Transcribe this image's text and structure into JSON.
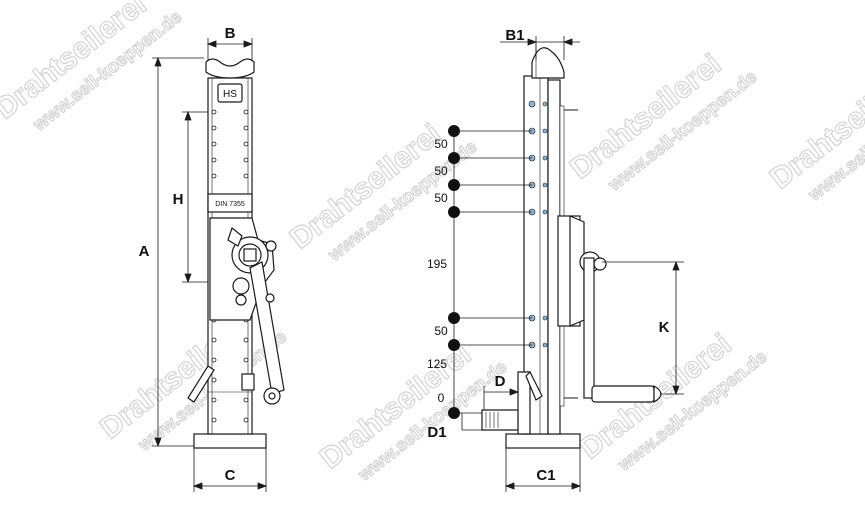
{
  "watermark": {
    "primary": "Drahtseilerei",
    "secondary": "www.seil-koeppen.de"
  },
  "front_view": {
    "dims": {
      "A": "A",
      "B": "B",
      "C": "C",
      "H": "H"
    },
    "plate_text": "DIN 7355"
  },
  "side_view": {
    "dims": {
      "B1": "B1",
      "C1": "C1",
      "D": "D",
      "D1": "D1",
      "K": "K"
    },
    "spacings": [
      "50",
      "50",
      "50",
      "195",
      "50",
      "125",
      "0"
    ]
  },
  "colors": {
    "line": "#1a1a1a",
    "fill": "#ffffff",
    "hole": "#8ab4d6",
    "watermark": "#d4d4d4"
  }
}
